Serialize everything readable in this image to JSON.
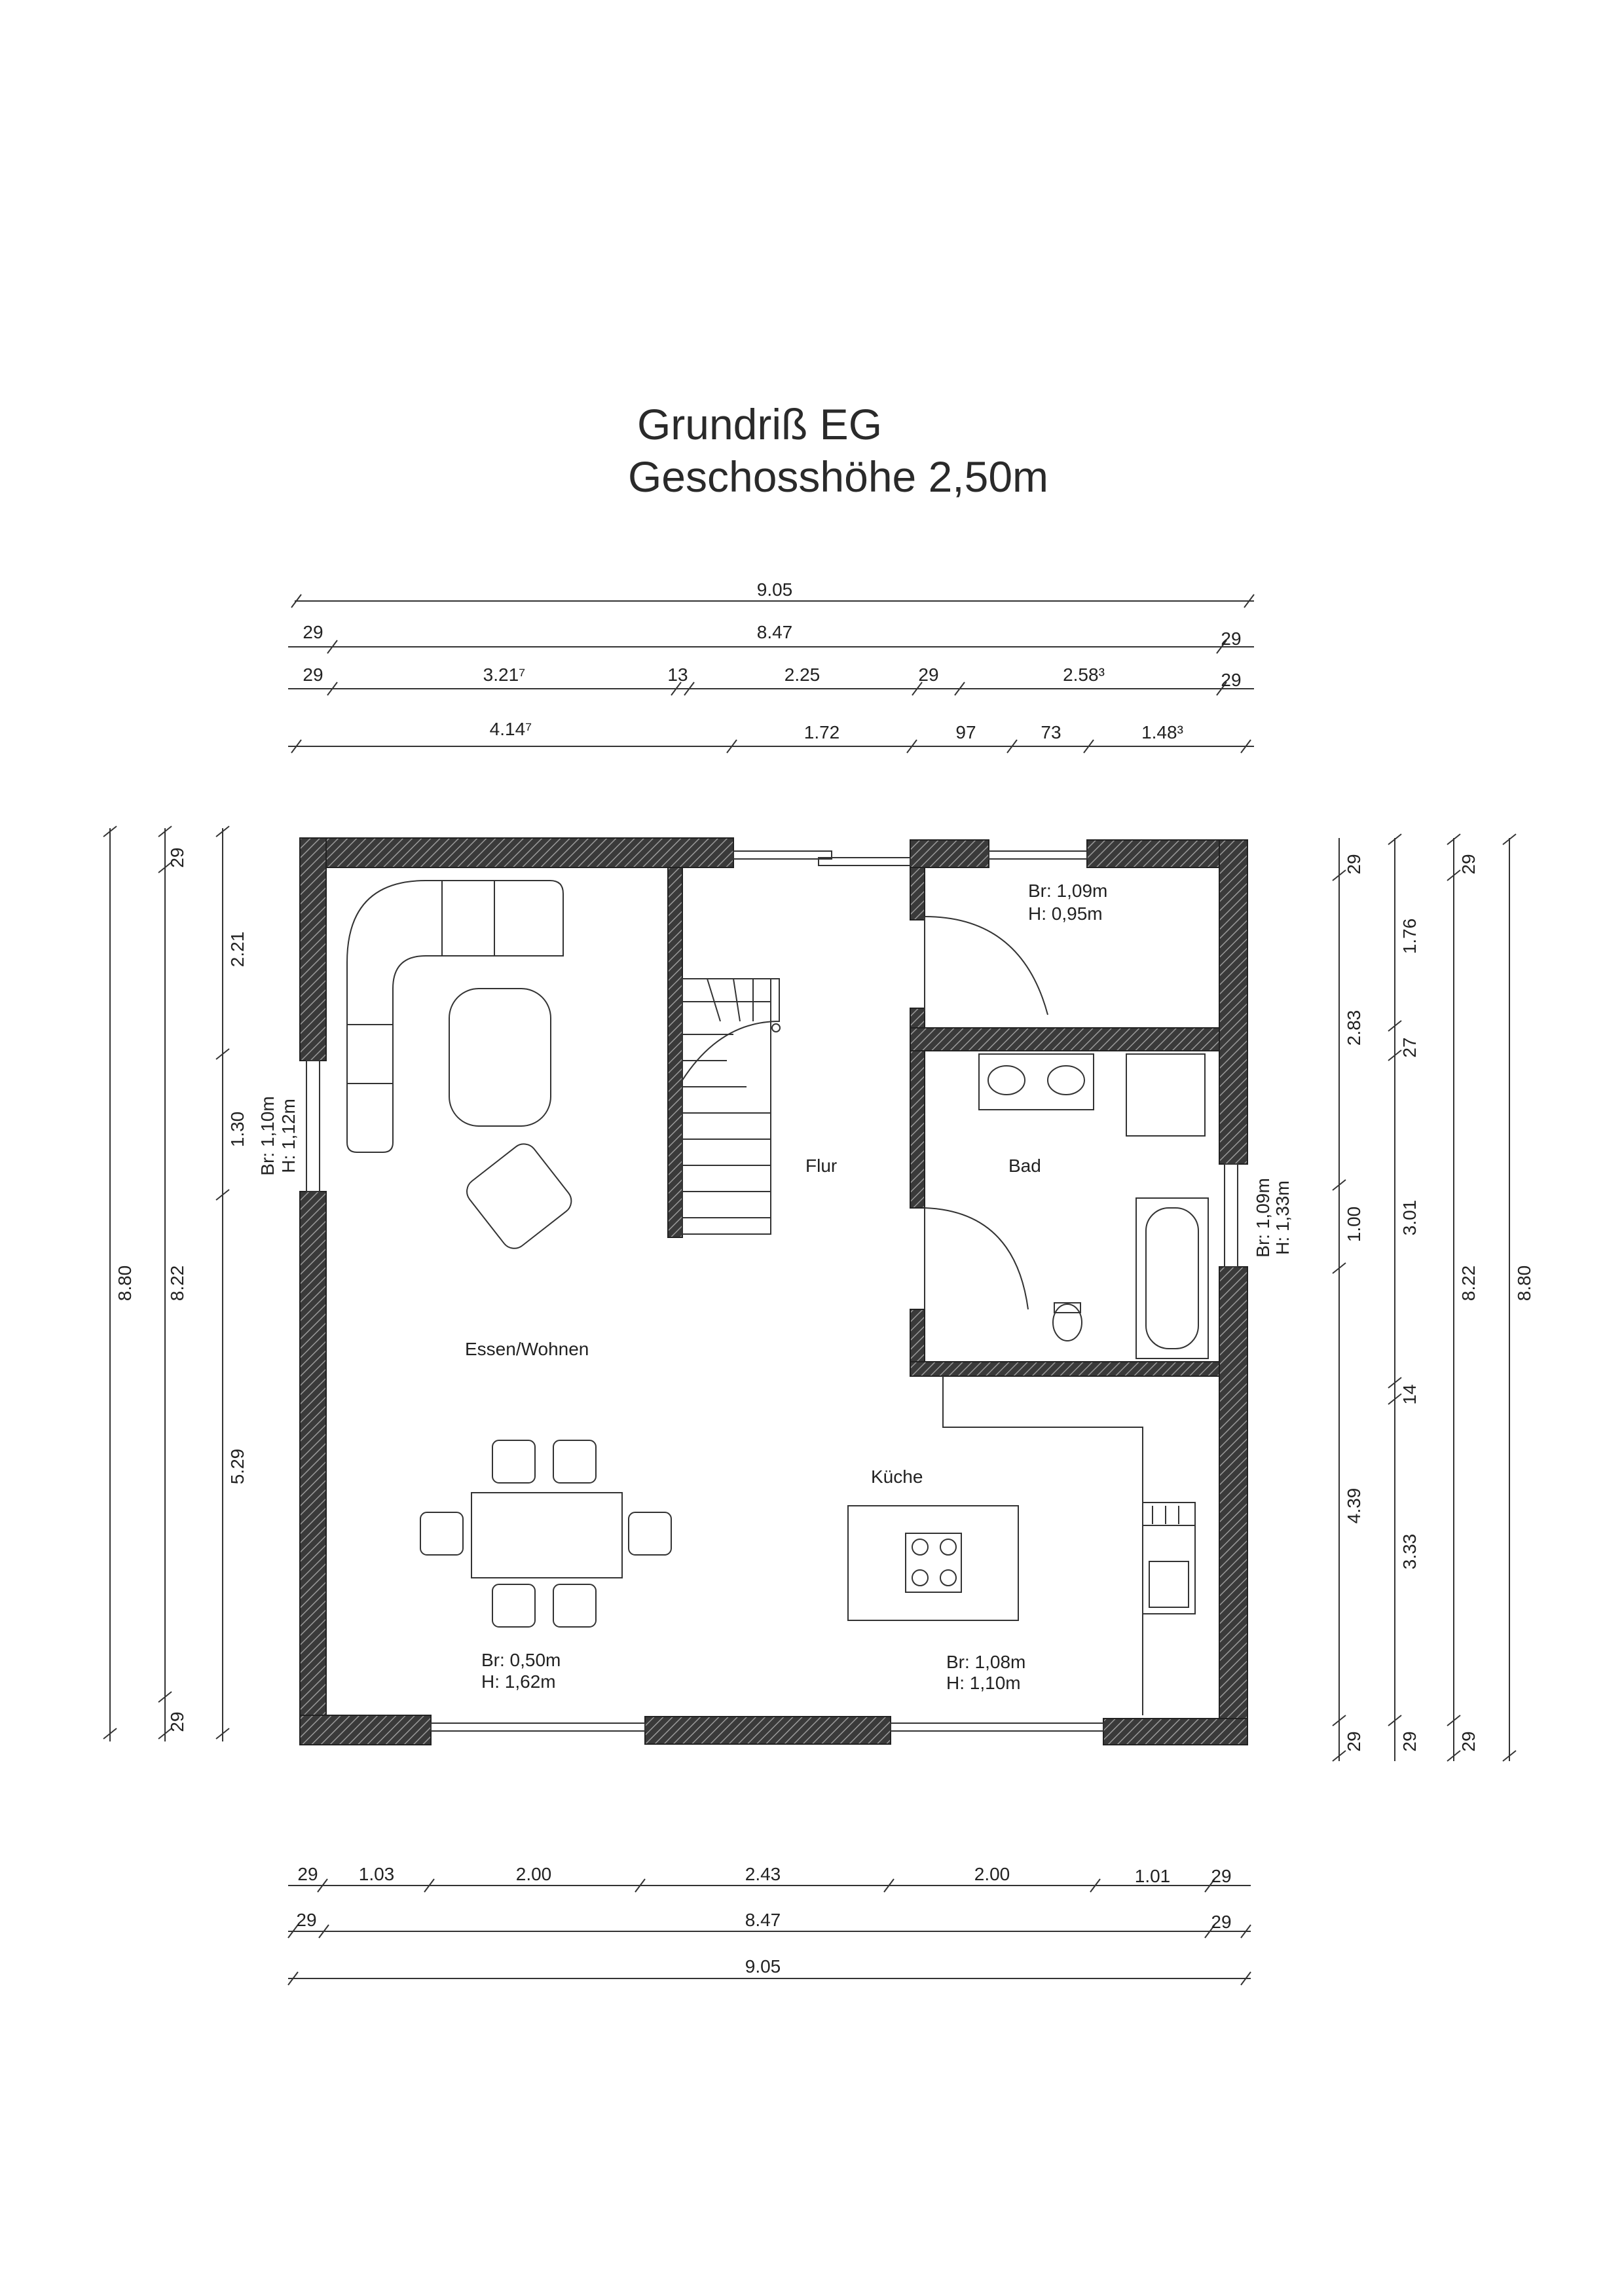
{
  "header": {
    "title": "Grundriß EG",
    "subtitle": "Geschosshöhe 2,50m"
  },
  "rooms": {
    "living": "Essen/Wohnen",
    "hall": "Flur",
    "bath": "Bad",
    "kitchen": "Küche"
  },
  "windows": {
    "wc": [
      "Br: 1,09m",
      "H: 0,95m"
    ],
    "west": [
      "Br: 1,10m",
      "H: 1,12m"
    ],
    "east": [
      "Br: 1,09m",
      "H: 1,33m"
    ],
    "south_left": [
      "Br: 0,50m",
      "H: 1,62m"
    ],
    "south_right": [
      "Br: 1,08m",
      "H: 1,10m"
    ]
  },
  "dims_top": {
    "row1": [
      "9.05"
    ],
    "row2": [
      "29",
      "8.47",
      "29"
    ],
    "row3": [
      "29",
      "3.21⁷",
      "13",
      "2.25",
      "29",
      "2.58³",
      "29"
    ],
    "row4": [
      "4.14⁷",
      "1.72",
      "97",
      "73",
      "1.48³"
    ]
  },
  "dims_bottom": {
    "row1": [
      "29",
      "1.03",
      "2.00",
      "2.43",
      "2.00",
      "1.01",
      "29"
    ],
    "row2": [
      "29",
      "8.47",
      "29"
    ],
    "row3": [
      "9.05"
    ]
  },
  "dims_left": {
    "outer": [
      "8.80"
    ],
    "mid": [
      "29",
      "8.22",
      "29"
    ],
    "inner": [
      "2.21",
      "1.30",
      "5.29"
    ]
  },
  "dims_right": {
    "inner": [
      "29",
      "2.83",
      "1.00",
      "4.39",
      "29"
    ],
    "mid": [
      "1.76",
      "27",
      "3.01",
      "14",
      "3.33",
      "29"
    ],
    "outer": [
      "29",
      "8.22",
      "29"
    ],
    "outer2": [
      "8.80"
    ]
  }
}
